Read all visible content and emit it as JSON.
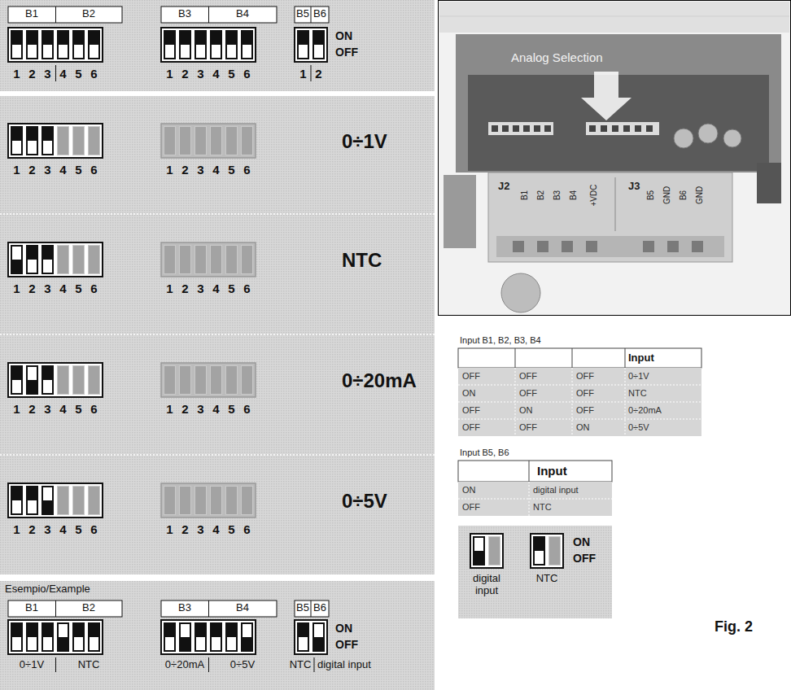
{
  "diagram": {
    "nodes": [
      {
        "text": [
          "B1",
          "B2",
          "B3",
          "B4",
          "B5",
          "B6",
          "ON",
          "OFF",
          "1",
          "2",
          "3",
          "4",
          "5",
          "6",
          "1",
          "2",
          "3",
          "4",
          "5",
          "6",
          "1",
          "2"
        ]
      },
      {
        "text": [
          "1",
          "2",
          "3",
          "4",
          "5",
          "6",
          "1",
          "2",
          "3",
          "4",
          "5",
          "6",
          "0÷1V"
        ]
      },
      {
        "text": [
          "1",
          "2",
          "3",
          "4",
          "5",
          "6",
          "1",
          "2",
          "3",
          "4",
          "5",
          "6",
          "NTC"
        ]
      },
      {
        "text": [
          "1",
          "2",
          "3",
          "4",
          "5",
          "6",
          "1",
          "2",
          "3",
          "4",
          "5",
          "6",
          "0÷20mA"
        ]
      },
      {
        "text": [
          "1",
          "2",
          "3",
          "4",
          "5",
          "6",
          "1",
          "2",
          "3",
          "4",
          "5",
          "6",
          "0÷5V"
        ]
      },
      {
        "text": [
          "Esempio/Example",
          "B1",
          "B2",
          "B3",
          "B4",
          "B5",
          "B6",
          "ON",
          "OFF",
          "0÷1V",
          "NTC",
          "0÷20mA",
          "0÷5V",
          "NTC",
          "digital input"
        ]
      },
      {
        "text": [
          "Analog Selection",
          "J2",
          "B1",
          "B2",
          "B3",
          "B4",
          "+VDC",
          "J3",
          "B5",
          "GND",
          "B6",
          "GND"
        ]
      },
      {
        "text": [
          "digital input",
          "NTC",
          "ON",
          "OFF"
        ]
      }
    ],
    "labels": [
      "Input B1, B2, B3, B4",
      "Input",
      "OFF",
      "OFF",
      "OFF",
      "0÷1V",
      "ON",
      "OFF",
      "OFF",
      "NTC",
      "OFF",
      "ON",
      "OFF",
      "0÷20mA",
      "OFF",
      "OFF",
      "ON",
      "0÷5V",
      "Input B5, B6",
      "Input",
      "ON",
      "digital input",
      "OFF",
      "NTC",
      "Fig. 2"
    ]
  }
}
